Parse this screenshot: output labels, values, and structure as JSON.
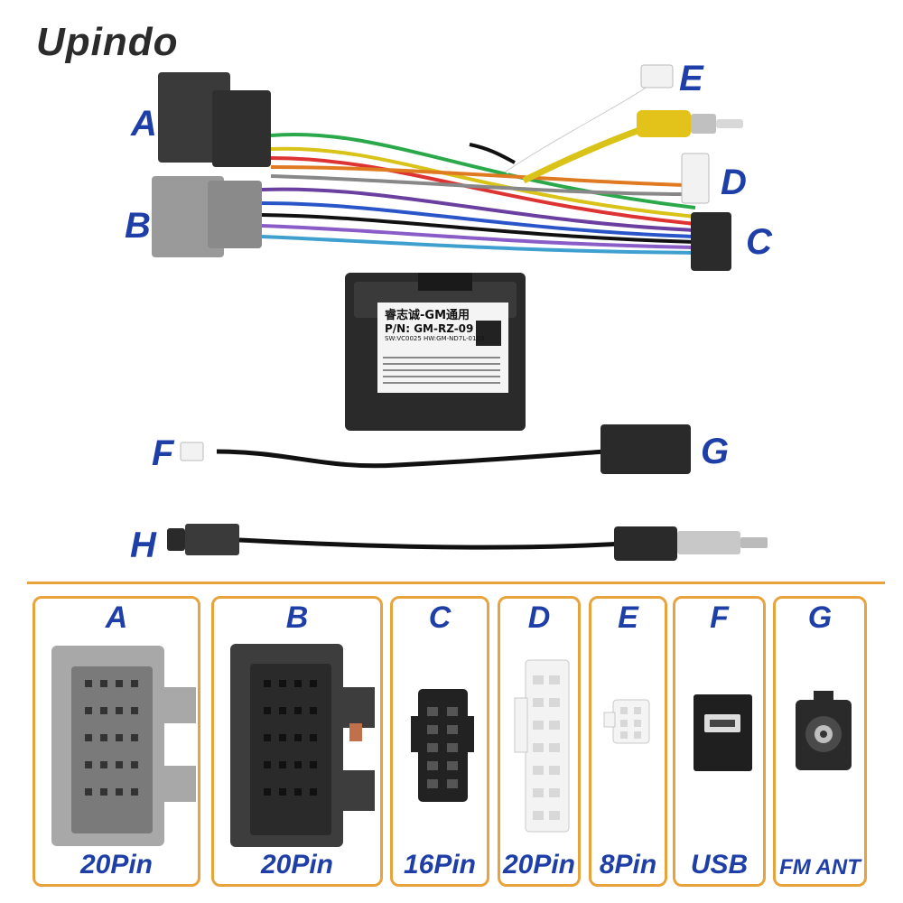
{
  "brand": "Upindo",
  "labels": {
    "a": "A",
    "b": "B",
    "c": "C",
    "d": "D",
    "e": "E",
    "f": "F",
    "g": "G",
    "h": "H"
  },
  "module": {
    "line1": "睿志诚-GM通用",
    "line2": "P/N: GM-RZ-09",
    "line3": "SW:VC0025  HW:GM-ND7L-0103"
  },
  "panels": [
    {
      "label": "A",
      "count": "20Pin"
    },
    {
      "label": "B",
      "count": "20Pin"
    },
    {
      "label": "C",
      "count": "16Pin"
    },
    {
      "label": "D",
      "count": "20Pin"
    },
    {
      "label": "E",
      "count": "8Pin"
    },
    {
      "label": "F",
      "count": "USB"
    },
    {
      "label": "G",
      "count": "FM ANT"
    }
  ],
  "colors": {
    "accent_orange": "#e8a33c",
    "label_blue": "#1f3fa8",
    "connector_dark": "#3a3a3a",
    "connector_gray": "#9a9a9a"
  }
}
